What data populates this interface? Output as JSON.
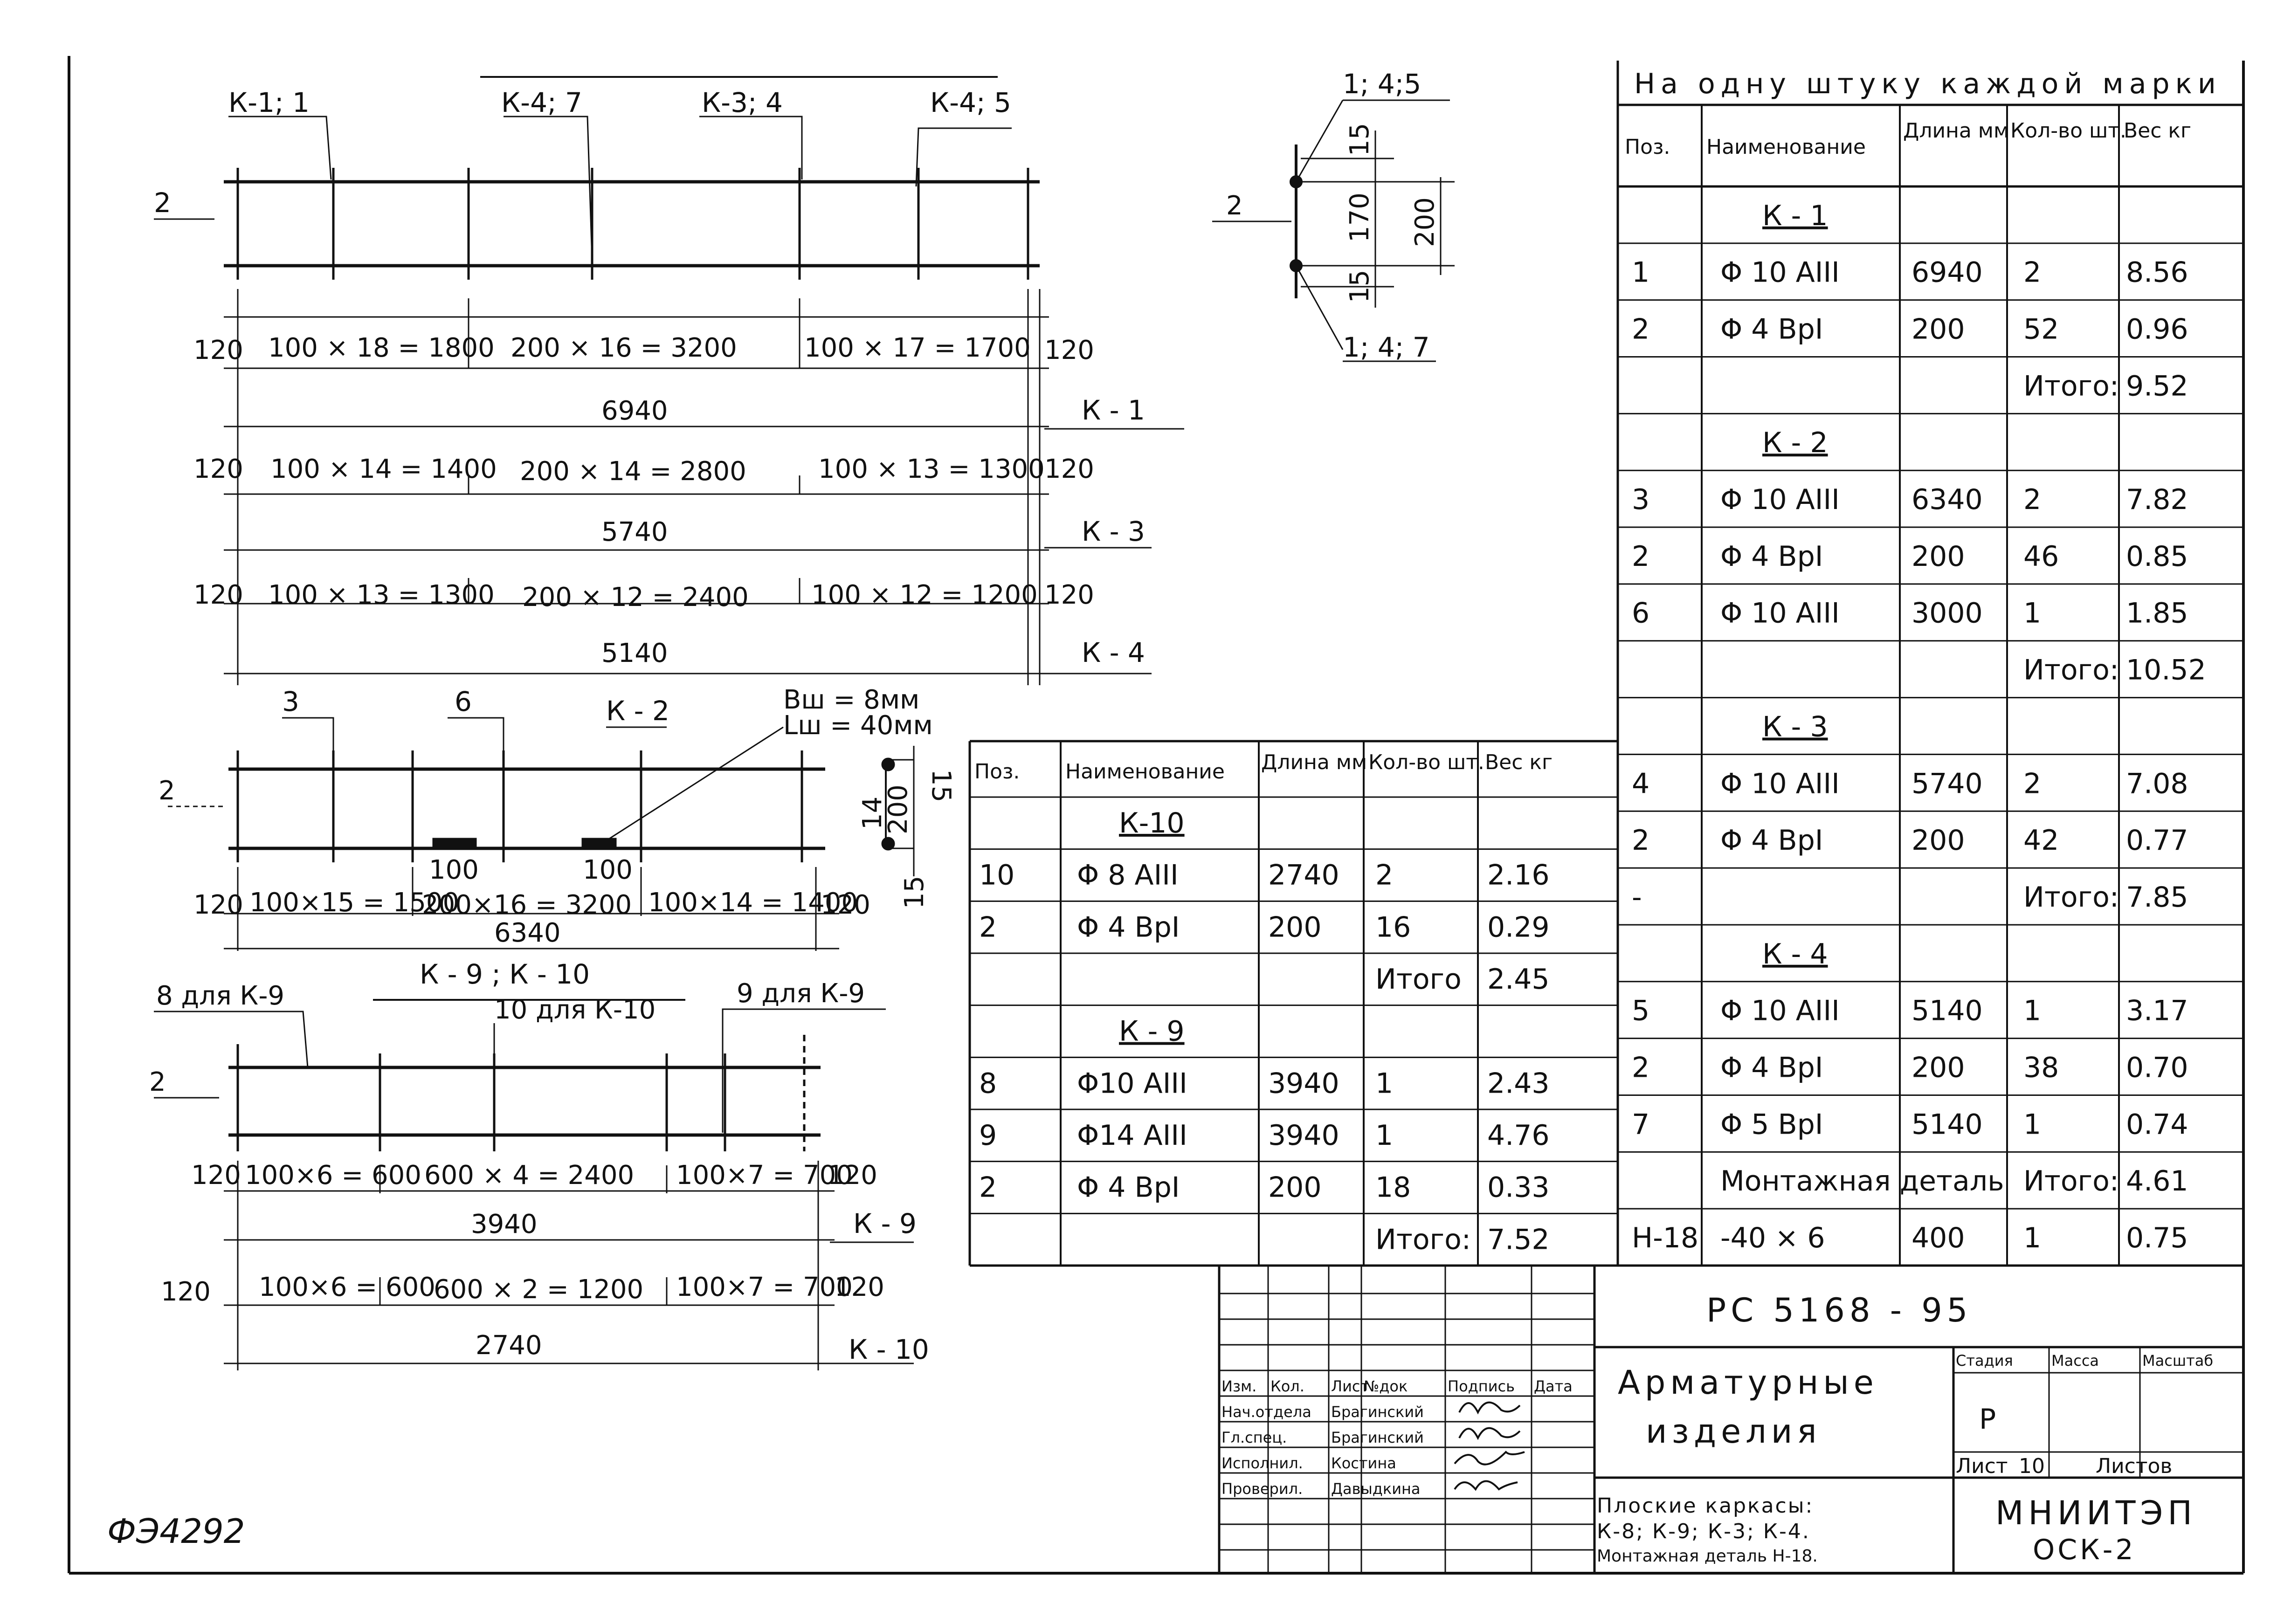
{
  "title_block": {
    "doc_code": "РС 5168 - 95",
    "name_line1": "Арматурные",
    "name_line2": "изделия",
    "subtitle_lines": [
      "Плоские каркасы:",
      "К-8; К-9; К-3; К-4.",
      "Монтажная деталь Н-18."
    ],
    "org": "МНИИТЭП",
    "code": "ОСК-2",
    "col_stage": "Стадия",
    "col_mass": "Масса",
    "col_scale": "Масштаб",
    "stage_value": "Р",
    "sheet_label": "Лист",
    "sheet_value": "10",
    "sheets_label": "Листов",
    "roles_header": [
      "Изм.",
      "Кол.",
      "Лист",
      "№док",
      "Подпись",
      "Дата"
    ],
    "roles": [
      {
        "role": "Нач.отдела",
        "name": "Брагинский"
      },
      {
        "role": "Гл.спец.",
        "name": "Брагинский"
      },
      {
        "role": "Исполнил.",
        "name": "Костина"
      },
      {
        "role": "Проверил.",
        "name": "Давыдкина"
      }
    ]
  },
  "archive_number": "ФЭ4292",
  "drawing": {
    "k1_callouts": [
      "К-1; 1",
      "К-4; 7",
      "К-3; 4",
      "К-4; 5"
    ],
    "callout_2": "2",
    "k1_dims": [
      "120",
      "100 × 18 = 1800",
      "200 × 16 = 3200",
      "100 × 17 = 1700",
      "120"
    ],
    "k1_total": "6940",
    "k1_mark": "К - 1",
    "k3_dims": [
      "120",
      "100 × 14 = 1400",
      "200 × 14 = 2800",
      "100 × 13 = 1300",
      "120"
    ],
    "k3_total": "5740",
    "k3_mark": "К - 3",
    "k4_dims": [
      "120",
      "100 × 13 = 1300",
      "200 × 12 = 2400",
      "100 × 12 = 1200",
      "120"
    ],
    "k4_total": "5140",
    "k4_mark": "К - 4",
    "section": {
      "top": "1; 4;5",
      "bottom": "1; 4; 7",
      "d15a": "15",
      "d170": "170",
      "d200": "200",
      "d15b": "15",
      "pos": "2"
    },
    "k2_callouts": [
      "3",
      "6"
    ],
    "k2_mark": "К - 2",
    "weld_note": [
      "Вш = 8мм",
      "Lш = 40мм"
    ],
    "k2_small_dims": [
      "100",
      "100"
    ],
    "k2_dims": [
      "120",
      "100×15 = 1500",
      "200×16 = 3200",
      "100×14 = 1400",
      "120"
    ],
    "k2_total": "6340",
    "k2_section_dims": [
      "15",
      "14",
      "200",
      "15"
    ],
    "k9_title": "К - 9 ; К - 10",
    "k9_callouts": [
      "8 для К-9",
      "10 для К-10",
      "9 для К-9"
    ],
    "k9_dims": [
      "120",
      "100×6 = 600",
      "600 × 4 = 2400",
      "100×7 = 700",
      "120"
    ],
    "k9_total": "3940",
    "k9_mark": "К - 9",
    "k10_dims": [
      "120",
      "100×6 = 600",
      "600 × 2 = 1200",
      "100×7 = 700",
      "120"
    ],
    "k10_total": "2740",
    "k10_mark": "К - 10"
  },
  "spec_right": {
    "caption": "На одну штуку каждой марки",
    "headers": [
      "Поз.",
      "Наименование",
      "Длина мм",
      "Кол-во шт.",
      "Вес кг"
    ],
    "rows": [
      {
        "pos": "",
        "name": "К - 1",
        "len": "",
        "qty": "",
        "wt": ""
      },
      {
        "pos": "1",
        "name": "Φ 10 AIII",
        "len": "6940",
        "qty": "2",
        "wt": "8.56"
      },
      {
        "pos": "2",
        "name": "Φ 4 BpI",
        "len": "200",
        "qty": "52",
        "wt": "0.96"
      },
      {
        "pos": "",
        "name": "",
        "len": "",
        "qty": "Итого:",
        "wt": "9.52"
      },
      {
        "pos": "",
        "name": "К - 2",
        "len": "",
        "qty": "",
        "wt": ""
      },
      {
        "pos": "3",
        "name": "Φ 10 AIII",
        "len": "6340",
        "qty": "2",
        "wt": "7.82"
      },
      {
        "pos": "2",
        "name": "Φ 4 BpI",
        "len": "200",
        "qty": "46",
        "wt": "0.85"
      },
      {
        "pos": "6",
        "name": "Φ 10 AIII",
        "len": "3000",
        "qty": "1",
        "wt": "1.85"
      },
      {
        "pos": "",
        "name": "",
        "len": "",
        "qty": "Итого:",
        "wt": "10.52"
      },
      {
        "pos": "",
        "name": "К - 3",
        "len": "",
        "qty": "",
        "wt": ""
      },
      {
        "pos": "4",
        "name": "Φ 10 AIII",
        "len": "5740",
        "qty": "2",
        "wt": "7.08"
      },
      {
        "pos": "2",
        "name": "Φ 4 BpI",
        "len": "200",
        "qty": "42",
        "wt": "0.77"
      },
      {
        "pos": "-",
        "name": "",
        "len": "",
        "qty": "Итого:",
        "wt": "7.85"
      },
      {
        "pos": "",
        "name": "К - 4",
        "len": "",
        "qty": "",
        "wt": ""
      },
      {
        "pos": "5",
        "name": "Φ 10 AIII",
        "len": "5140",
        "qty": "1",
        "wt": "3.17"
      },
      {
        "pos": "2",
        "name": "Φ 4 BpI",
        "len": "200",
        "qty": "38",
        "wt": "0.70"
      },
      {
        "pos": "7",
        "name": "Φ 5 BpI",
        "len": "5140",
        "qty": "1",
        "wt": "0.74"
      },
      {
        "pos": "",
        "name": "Монтажная деталь",
        "len": "",
        "qty": "Итого:",
        "wt": "4.61"
      },
      {
        "pos": "Н-18",
        "name": "-40 × 6",
        "len": "400",
        "qty": "1",
        "wt": "0.75"
      }
    ]
  },
  "spec_left": {
    "headers": [
      "Поз.",
      "Наименование",
      "Длина мм",
      "Кол-во шт.",
      "Вес кг"
    ],
    "rows": [
      {
        "pos": "",
        "name": "К-10",
        "len": "",
        "qty": "",
        "wt": ""
      },
      {
        "pos": "10",
        "name": "Φ 8 AIII",
        "len": "2740",
        "qty": "2",
        "wt": "2.16"
      },
      {
        "pos": "2",
        "name": "Φ 4 BpI",
        "len": "200",
        "qty": "16",
        "wt": "0.29"
      },
      {
        "pos": "",
        "name": "",
        "len": "",
        "qty": "Итого",
        "wt": "2.45"
      },
      {
        "pos": "",
        "name": "К - 9",
        "len": "",
        "qty": "",
        "wt": ""
      },
      {
        "pos": "8",
        "name": "Φ10 AIII",
        "len": "3940",
        "qty": "1",
        "wt": "2.43"
      },
      {
        "pos": "9",
        "name": "Φ14 AIII",
        "len": "3940",
        "qty": "1",
        "wt": "4.76"
      },
      {
        "pos": "2",
        "name": "Φ 4 BpI",
        "len": "200",
        "qty": "18",
        "wt": "0.33"
      },
      {
        "pos": "",
        "name": "",
        "len": "",
        "qty": "Итого:",
        "wt": "7.52"
      }
    ]
  }
}
